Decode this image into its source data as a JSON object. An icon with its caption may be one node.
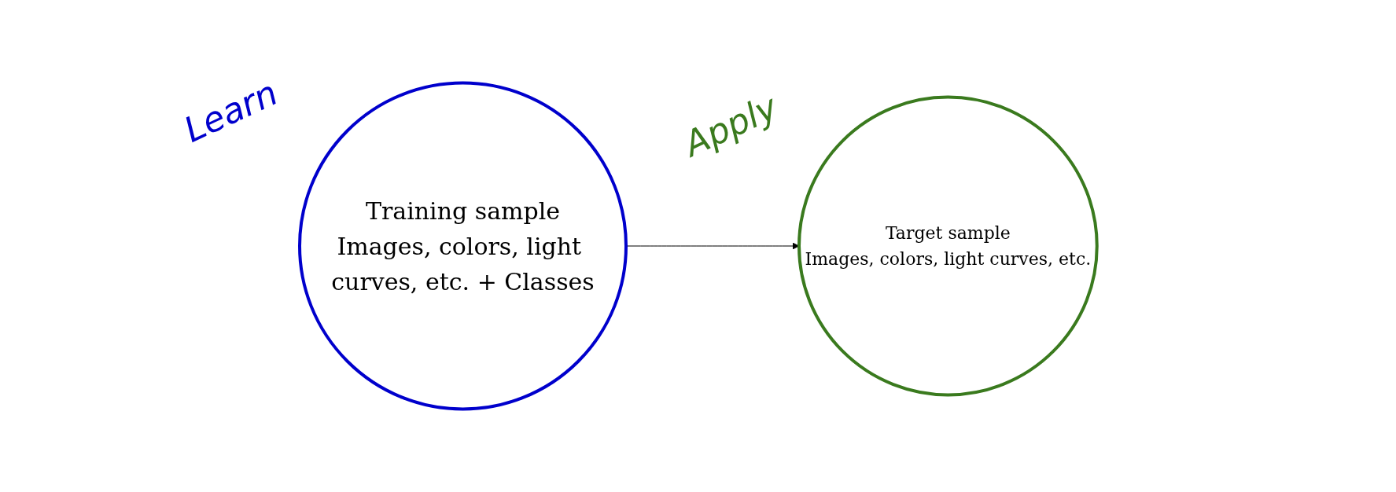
{
  "diagram": {
    "nodes": [
      {
        "text": [
          "Training sample",
          "Images, colors, light curves, etc. + Classes"
        ],
        "beside": [
          "Learn"
        ]
      },
      {
        "text": [
          "Target sample",
          "Images, colors, light curves, etc."
        ],
        "beside": [
          "Apply"
        ]
      }
    ],
    "edges": [
      {
        "from": 0,
        "to": 1,
        "arrow": "to"
      }
    ]
  }
}
